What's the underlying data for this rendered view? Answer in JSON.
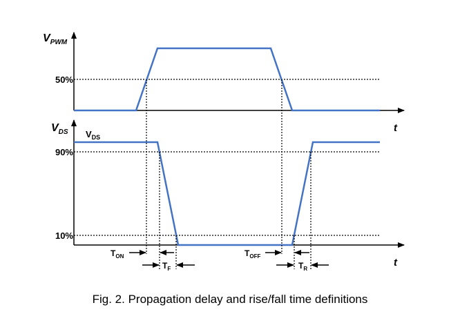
{
  "top_panel": {
    "axis_label_main": "V",
    "axis_label_sub": "PWM",
    "level_label": "50%",
    "time_label": "t"
  },
  "bottom_panel": {
    "axis_label_main": "V",
    "axis_label_sub": "DS",
    "signal_label_main": "V",
    "signal_label_sub": "DS",
    "level_high_label": "90%",
    "level_low_label": "10%",
    "time_label": "t"
  },
  "timing_labels": {
    "ton_main": "T",
    "ton_sub": "ON",
    "tf_main": "T",
    "tf_sub": "F",
    "toff_main": "T",
    "toff_sub": "OFF",
    "tr_main": "T",
    "tr_sub": "R"
  },
  "caption": "Fig. 2. Propagation delay and rise/fall time definitions",
  "colors": {
    "signal": "#4472C4",
    "axes": "#000000"
  }
}
